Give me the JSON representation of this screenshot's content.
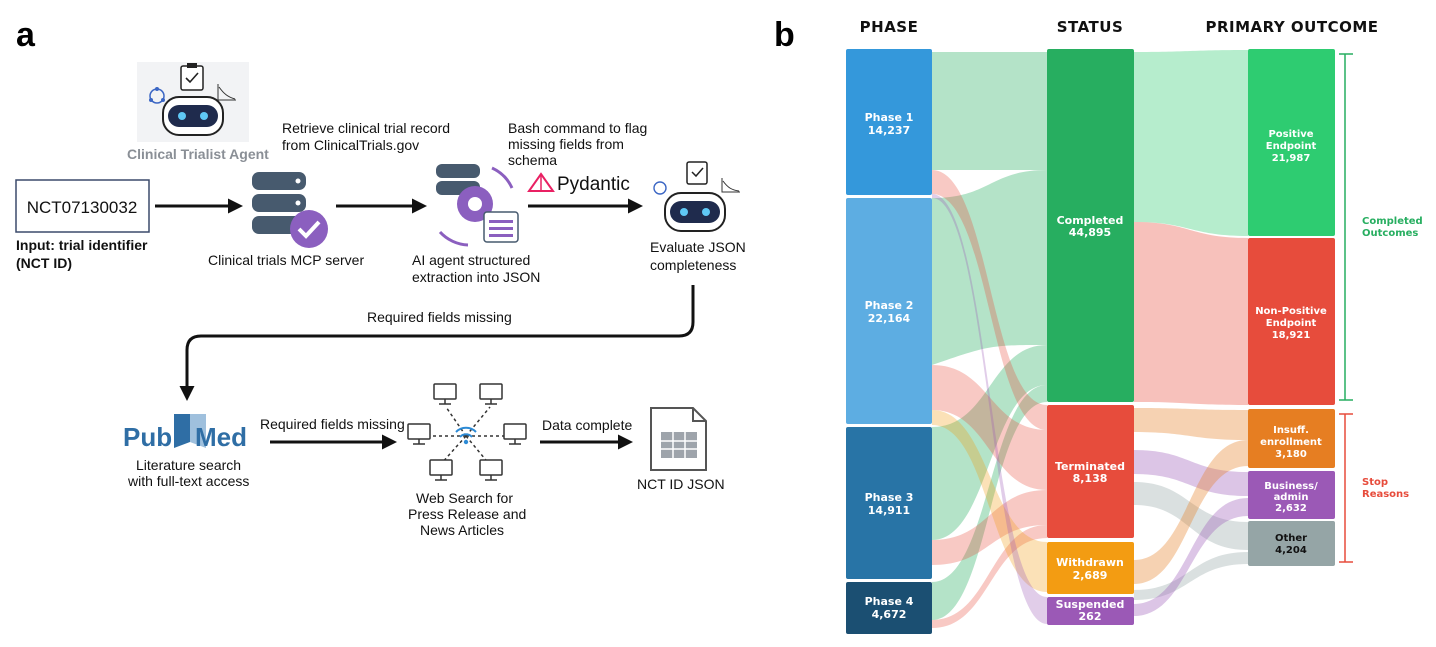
{
  "panel_a": {
    "letter": "a",
    "agent_name": "Clinical Trialist Agent",
    "input_value": "NCT07130032",
    "input_caption_line1": "Input: trial identifier",
    "input_caption_line2": "(NCT ID)",
    "retrieve_line1": "Retrieve clinical trial record",
    "retrieve_line2": "from ClinicalTrials.gov",
    "mcp_label": "Clinical trials MCP server",
    "bash_line1": "Bash command to flag",
    "bash_line2": "missing fields from",
    "bash_line3": "schema",
    "pydantic": "Pydantic",
    "extract_line1": "AI agent structured",
    "extract_line2": "extraction into JSON",
    "evaluate_line1": "Evaluate JSON",
    "evaluate_line2": "completeness",
    "required_missing_1": "Required fields missing",
    "pubmed_pub": "Pub",
    "pubmed_med": "Med",
    "pubmed_line1": "Literature search",
    "pubmed_line2": "with full-text access",
    "required_missing_2": "Required fields missing",
    "web_line1": "Web Search for",
    "web_line2": "Press Release and",
    "web_line3": "News Articles",
    "data_complete": "Data complete",
    "output_label": "NCT ID JSON"
  },
  "panel_b": {
    "letter": "b",
    "columns": [
      "PHASE",
      "STATUS",
      "PRIMARY OUTCOME"
    ],
    "phase_nodes": [
      {
        "name": "Phase 1",
        "value": "14,237",
        "color": "#3498db"
      },
      {
        "name": "Phase 2",
        "value": "22,164",
        "color": "#5dade2"
      },
      {
        "name": "Phase 3",
        "value": "14,911",
        "color": "#2874a6"
      },
      {
        "name": "Phase 4",
        "value": "4,672",
        "color": "#1b4f72"
      }
    ],
    "status_nodes": [
      {
        "name": "Completed",
        "value": "44,895",
        "color": "#27ae60"
      },
      {
        "name": "Terminated",
        "value": "8,138",
        "color": "#e74c3c"
      },
      {
        "name": "Withdrawn",
        "value": "2,689",
        "color": "#f39c12"
      },
      {
        "name": "Suspended",
        "value": "262",
        "color": "#9b59b6"
      }
    ],
    "outcome_nodes": [
      {
        "line1": "Positive",
        "line2": "Endpoint",
        "value": "21,987",
        "color": "#2ecc71"
      },
      {
        "line1": "Non-Positive",
        "line2": "Endpoint",
        "value": "18,921",
        "color": "#e74c3c"
      },
      {
        "line1": "Insuff.",
        "line2": "enrollment",
        "value": "3,180",
        "color": "#e67e22"
      },
      {
        "line1": "Business/",
        "line2": "admin",
        "value": "2,632",
        "color": "#9b59b6"
      },
      {
        "line1": "Other",
        "line2": "",
        "value": "4,204",
        "color": "#95a5a6"
      }
    ],
    "brace_completed_line1": "Completed",
    "brace_completed_line2": "Outcomes",
    "brace_stop_line1": "Stop",
    "brace_stop_line2": "Reasons"
  },
  "chart_data": {
    "type": "sankey",
    "columns": [
      "PHASE",
      "STATUS",
      "PRIMARY OUTCOME"
    ],
    "nodes": {
      "PHASE": {
        "Phase 1": 14237,
        "Phase 2": 22164,
        "Phase 3": 14911,
        "Phase 4": 4672
      },
      "STATUS": {
        "Completed": 44895,
        "Terminated": 8138,
        "Withdrawn": 2689,
        "Suspended": 262
      },
      "PRIMARY OUTCOME": {
        "Positive Endpoint": 21987,
        "Non-Positive Endpoint": 18921,
        "Insuff. enrollment": 3180,
        "Business/admin": 2632,
        "Other": 4204
      }
    },
    "groups": {
      "Completed Outcomes": [
        "Positive Endpoint",
        "Non-Positive Endpoint"
      ],
      "Stop Reasons": [
        "Insuff. enrollment",
        "Business/admin",
        "Other"
      ]
    }
  }
}
